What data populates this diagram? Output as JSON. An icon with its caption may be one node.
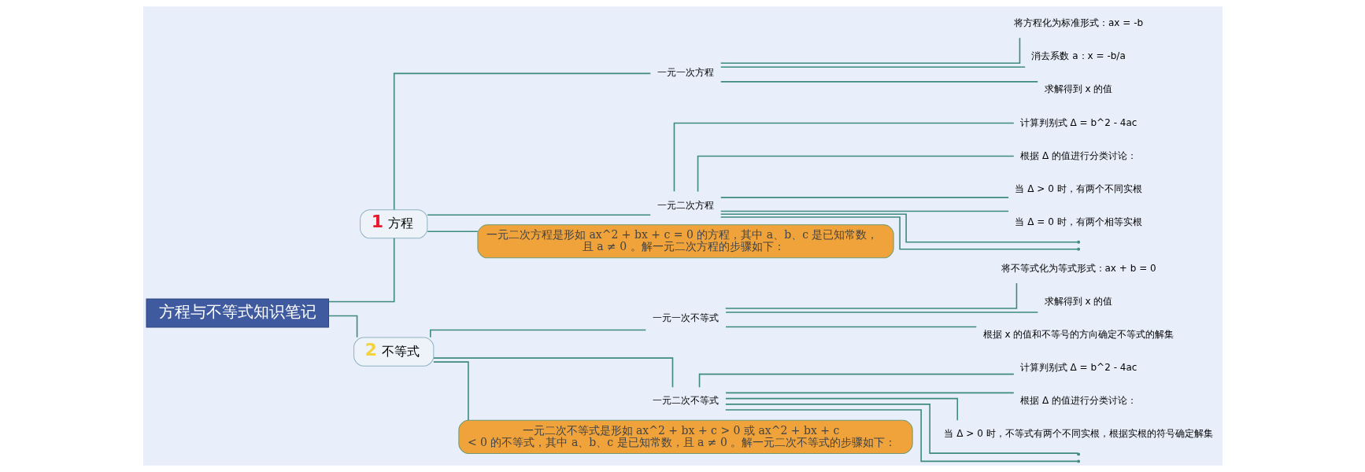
{
  "diagram": {
    "nodes": [
      {
        "text": [
          "方程与不等式知识笔记"
        ]
      },
      {
        "text": [
          "1",
          "方程"
        ]
      },
      {
        "text": [
          "一元一次方程"
        ]
      },
      {
        "text": [
          "将方程化为标准形式：ax = -b"
        ]
      },
      {
        "text": [
          "消去系数 a：x = -b/a"
        ]
      },
      {
        "text": [
          "求解得到 x 的值"
        ]
      },
      {
        "text": [
          "一元二次方程"
        ]
      },
      {
        "text": [
          "计算判别式 Δ = b^2 - 4ac"
        ]
      },
      {
        "text": [
          "根据 Δ 的值进行分类讨论："
        ]
      },
      {
        "text": [
          "当 Δ > 0 时，有两个不同实根"
        ]
      },
      {
        "text": [
          "当 Δ = 0 时，有两个相等实根"
        ]
      },
      {
        "text": [],
        "shape": "point"
      },
      {
        "text": [],
        "shape": "point"
      },
      {
        "text": [
          "一元二次方程是形如 ax^2 + bx + c = 0 的方程，其中 a、b、c 是已知常数，且 a ≠ 0 。解一元二次方程的步骤如下："
        ]
      },
      {
        "text": [
          "2",
          "不等式"
        ]
      },
      {
        "text": [
          "一元一次不等式"
        ]
      },
      {
        "text": [
          "将不等式化为等式形式：ax + b = 0"
        ]
      },
      {
        "text": [
          "求解得到 x 的值"
        ]
      },
      {
        "text": [
          "根据 x 的值和不等号的方向确定不等式的解集"
        ]
      },
      {
        "text": [
          "一元二次不等式"
        ]
      },
      {
        "text": [
          "计算判别式 Δ = b^2 - 4ac"
        ]
      },
      {
        "text": [
          "根据 Δ 的值进行分类讨论："
        ]
      },
      {
        "text": [
          "当 Δ > 0 时，不等式有两个不同实根，根据实根的符号确定解集"
        ]
      },
      {
        "text": [],
        "shape": "point"
      },
      {
        "text": [],
        "shape": "point"
      },
      {
        "text": [
          "一元二次不等式是形如 ax^2 + bx + c > 0 或 ax^2 + bx + c < 0 的不等式，其中 a、b、c 是已知常数，且 a ≠ 0 。解一元二次不等式的步骤如下："
        ]
      }
    ],
    "edges": [
      {
        "from": 0,
        "to": 1,
        "arrow": "none"
      },
      {
        "from": 1,
        "to": 2,
        "arrow": "none"
      },
      {
        "from": 2,
        "to": 3,
        "arrow": "none"
      },
      {
        "from": 2,
        "to": 4,
        "arrow": "none"
      },
      {
        "from": 2,
        "to": 5,
        "arrow": "none"
      },
      {
        "from": 1,
        "to": 6,
        "arrow": "none"
      },
      {
        "from": 6,
        "to": 7,
        "arrow": "none"
      },
      {
        "from": 6,
        "to": 8,
        "arrow": "none"
      },
      {
        "from": 6,
        "to": 9,
        "arrow": "none"
      },
      {
        "from": 6,
        "to": 10,
        "arrow": "none"
      },
      {
        "from": 6,
        "to": 11,
        "arrow": "none"
      },
      {
        "from": 6,
        "to": 12,
        "arrow": "none"
      },
      {
        "from": 1,
        "to": 13,
        "arrow": "none"
      },
      {
        "from": 0,
        "to": 14,
        "arrow": "none"
      },
      {
        "from": 14,
        "to": 15,
        "arrow": "none"
      },
      {
        "from": 15,
        "to": 16,
        "arrow": "none"
      },
      {
        "from": 15,
        "to": 17,
        "arrow": "none"
      },
      {
        "from": 15,
        "to": 18,
        "arrow": "none"
      },
      {
        "from": 14,
        "to": 19,
        "arrow": "none"
      },
      {
        "from": 19,
        "to": 20,
        "arrow": "none"
      },
      {
        "from": 19,
        "to": 21,
        "arrow": "none"
      },
      {
        "from": 19,
        "to": 22,
        "arrow": "none"
      },
      {
        "from": 19,
        "to": 23,
        "arrow": "none"
      },
      {
        "from": 19,
        "to": 24,
        "arrow": "none"
      },
      {
        "from": 14,
        "to": 25,
        "arrow": "none"
      }
    ]
  }
}
